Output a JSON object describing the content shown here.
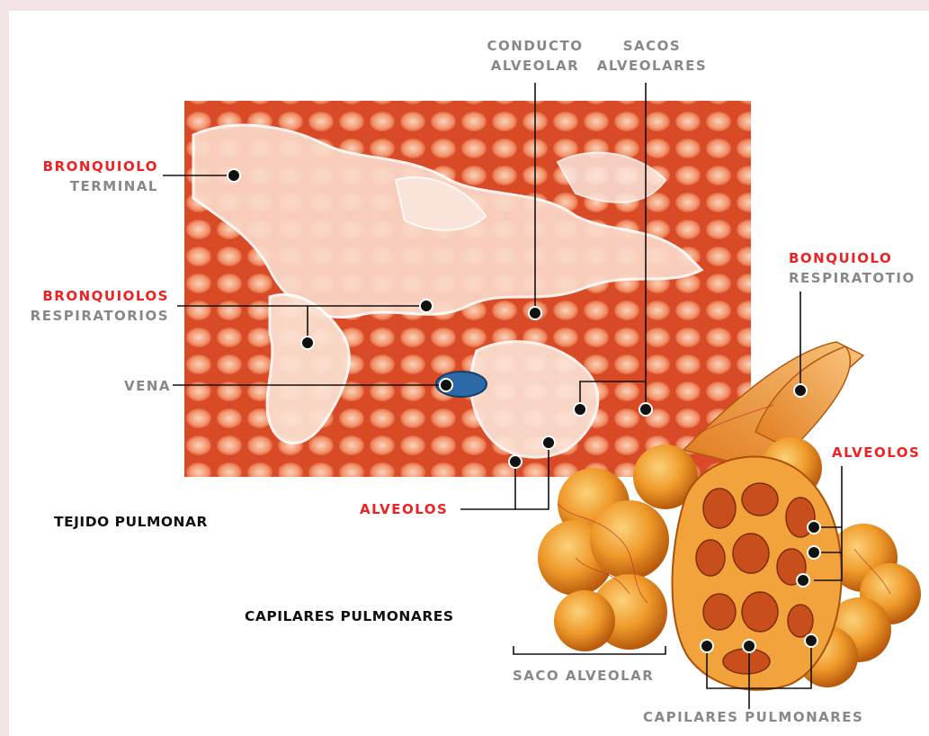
{
  "labels": {
    "bronquiolo_terminal": {
      "red": "BRONQUIOLO",
      "grey": "TERMINAL"
    },
    "bronquiolos_respiratorios": {
      "red": "BRONQUIOLOS",
      "grey": "RESPIRATORIOS"
    },
    "vena": "VENA",
    "conducto_alveolar": {
      "line1": "CONDUCTO",
      "line2": "ALVEOLAR"
    },
    "sacos_alveolares": {
      "line1": "SACOS",
      "line2": "ALVEOLARES"
    },
    "bonquiolo_respiratotio": {
      "red": "BONQUIOLO",
      "grey": "RESPIRATOTIO"
    },
    "alveolos_left": "ALVEOLOS",
    "alveolos_right": "ALVEOLOS",
    "tejido_pulmonar": "TEJIDO PULMONAR",
    "capilares_pulmonares_black": "CAPILARES PULMONARES",
    "saco_alveolar": "SACO ALVEOLAR",
    "capilares_pulmonares_grey": "CAPILARES PULMONARES"
  },
  "colors": {
    "red_label": "#ee2222",
    "grey_label": "#888888",
    "tissue": "#e8603a",
    "vein": "#2b6aa6",
    "alveoli": "#e9901f"
  }
}
